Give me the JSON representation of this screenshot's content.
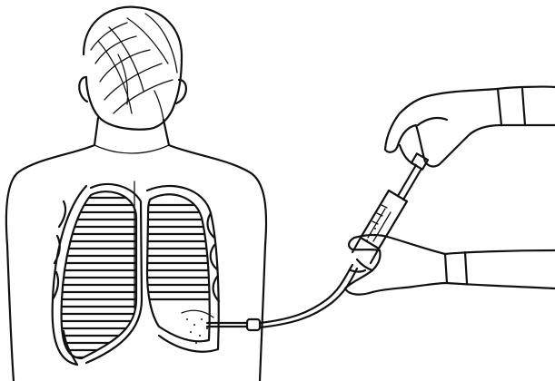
{
  "illustration": {
    "subject": "thoracentesis-procedure",
    "ink_color": "#111111",
    "background_color": "#ffffff",
    "parts": [
      "patient-head",
      "patient-torso",
      "left-lung",
      "right-lung",
      "pleural-fluid",
      "drainage-tube",
      "syringe",
      "upper-hand",
      "lower-hand"
    ]
  }
}
